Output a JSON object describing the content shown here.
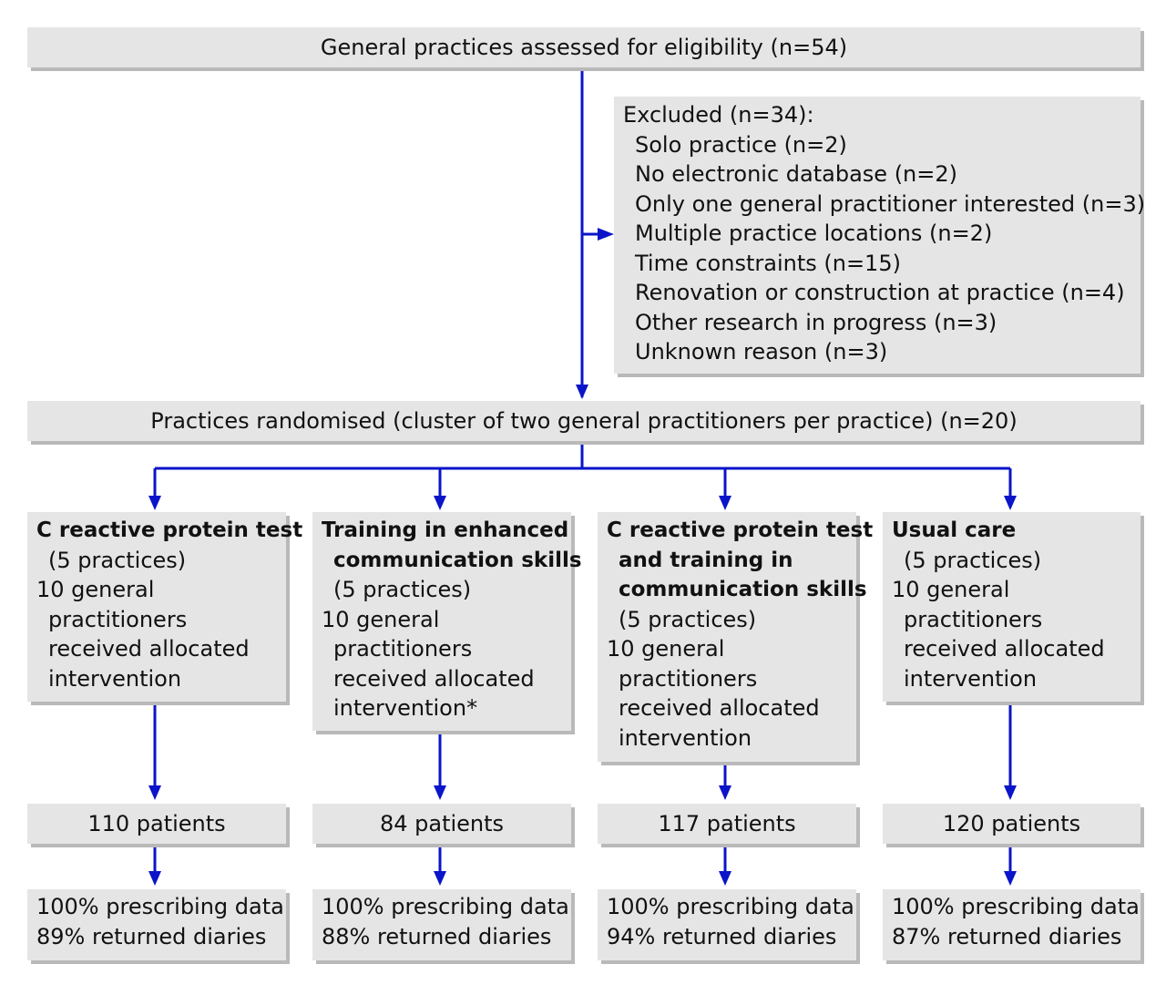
{
  "top": {
    "text": "General practices assessed for eligibility (n=54)"
  },
  "excluded": {
    "title": "Excluded (n=34):",
    "items": [
      "Solo practice (n=2)",
      "No electronic database (n=2)",
      "Only one general practitioner interested (n=3)",
      "Multiple practice locations (n=2)",
      "Time constraints (n=15)",
      "Renovation or construction at practice (n=4)",
      "Other research in progress (n=3)",
      "Unknown reason (n=3)"
    ]
  },
  "randomised": {
    "text": "Practices randomised (cluster of two general practitioners per practice) (n=20)"
  },
  "arms": [
    {
      "title": [
        "C reactive protein test"
      ],
      "practices": "(5 practices)",
      "gp": [
        "10 general",
        "practitioners",
        "received allocated",
        "intervention"
      ],
      "patients": "110 patients",
      "outcomes": [
        "100% prescribing data",
        "89% returned diaries"
      ]
    },
    {
      "title": [
        "Training in enhanced",
        "communication skills"
      ],
      "practices": "(5 practices)",
      "gp": [
        "10 general",
        "practitioners",
        "received allocated",
        "intervention*"
      ],
      "patients": "84 patients",
      "outcomes": [
        "100% prescribing data",
        "88% returned diaries"
      ]
    },
    {
      "title": [
        "C reactive protein test",
        "and training in",
        "communication skills"
      ],
      "practices": "(5 practices)",
      "gp": [
        "10 general",
        "practitioners",
        "received allocated",
        "intervention"
      ],
      "patients": "117 patients",
      "outcomes": [
        "100% prescribing data",
        "94% returned diaries"
      ]
    },
    {
      "title": [
        "Usual care"
      ],
      "practices": "(5 practices)",
      "gp": [
        "10 general",
        "practitioners",
        "received allocated",
        "intervention"
      ],
      "patients": "120 patients",
      "outcomes": [
        "100% prescribing data",
        "87% returned diaries"
      ]
    }
  ],
  "colors": {
    "arrow": "#0a14c8",
    "box": "#e5e5e5",
    "shadow": "#b9b9b9"
  }
}
